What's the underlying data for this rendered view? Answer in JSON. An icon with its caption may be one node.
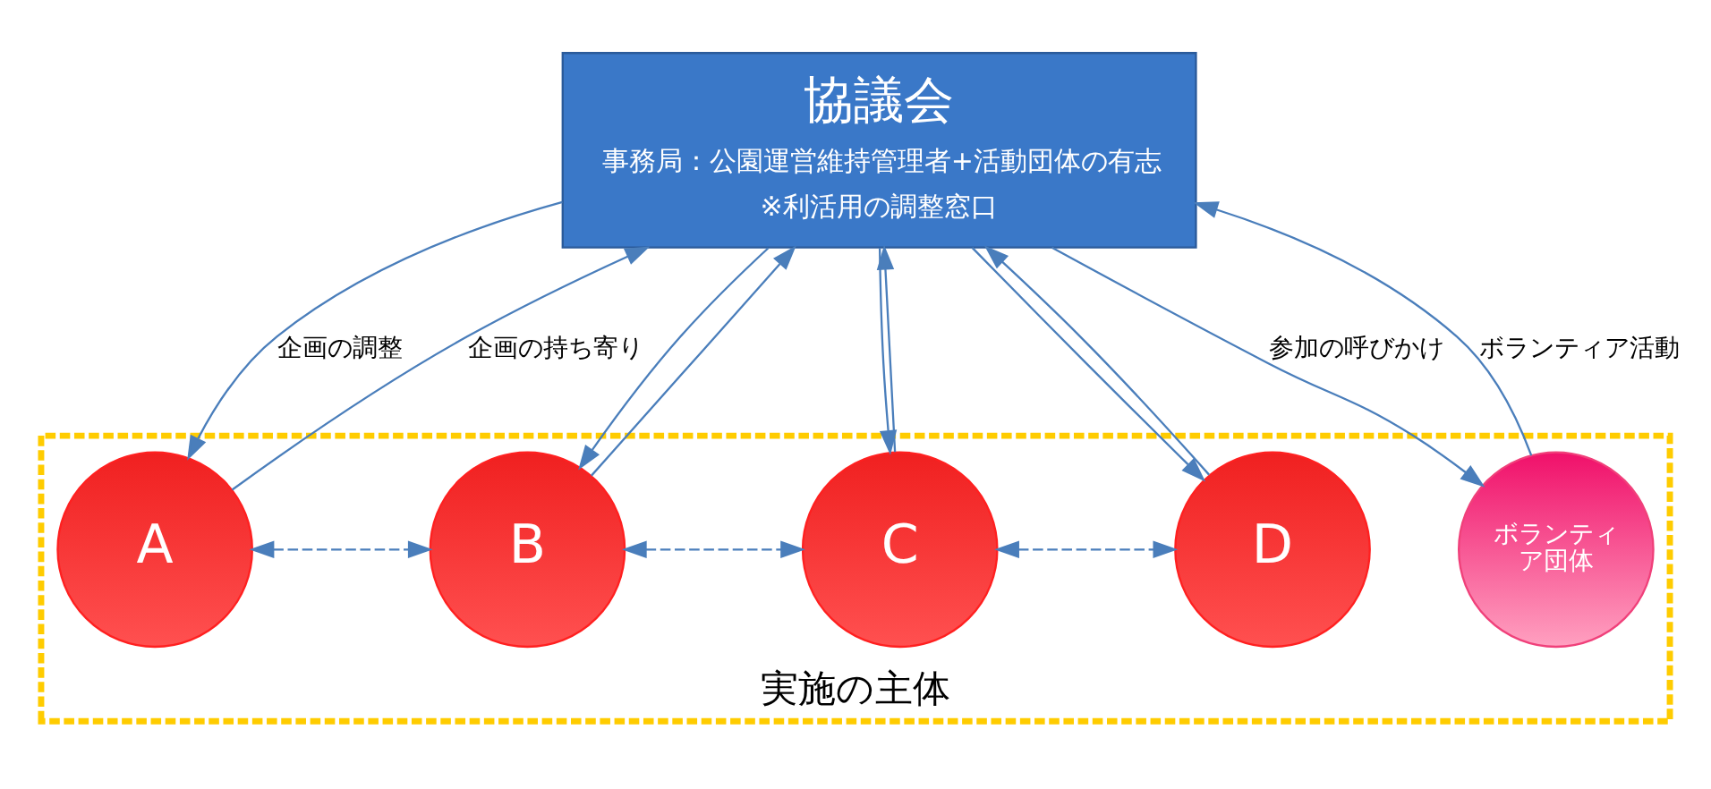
{
  "diagram": {
    "nodes": [
      {
        "text": [
          "協議会",
          "事務局：公園運営維持管理者+活動団体の有志",
          "※利活用の調整窓口"
        ]
      },
      {
        "text": [
          "実施の主体"
        ]
      },
      {
        "text": [
          "A"
        ],
        "in": 1
      },
      {
        "text": [
          "B"
        ],
        "in": 1
      },
      {
        "text": [
          "C"
        ],
        "in": 1
      },
      {
        "text": [
          "D"
        ],
        "in": 1
      },
      {
        "text": [
          "ボランティア団体"
        ],
        "in": 1
      }
    ],
    "edges": [
      {
        "from": 2,
        "to": 0,
        "arrow": "to",
        "label": "企画の持ち寄り"
      },
      {
        "from": 0,
        "to": 2,
        "arrow": "to",
        "label": "企画の調整"
      },
      {
        "from": 0,
        "to": 3,
        "arrow": "to"
      },
      {
        "from": 3,
        "to": 0,
        "arrow": "to"
      },
      {
        "from": 0,
        "to": 4,
        "arrow": "to"
      },
      {
        "from": 4,
        "to": 0,
        "arrow": "to"
      },
      {
        "from": 0,
        "to": 5,
        "arrow": "to"
      },
      {
        "from": 5,
        "to": 0,
        "arrow": "to"
      },
      {
        "from": 0,
        "to": 6,
        "arrow": "to",
        "label": "参加の呼びかけ"
      },
      {
        "from": 6,
        "to": 0,
        "arrow": "to",
        "label": "ボランティア活動"
      },
      {
        "from": 2,
        "to": 3,
        "arrow": "both",
        "style": "dashed"
      },
      {
        "from": 3,
        "to": 4,
        "arrow": "both",
        "style": "dashed"
      },
      {
        "from": 4,
        "to": 5,
        "arrow": "both",
        "style": "dashed"
      }
    ]
  }
}
